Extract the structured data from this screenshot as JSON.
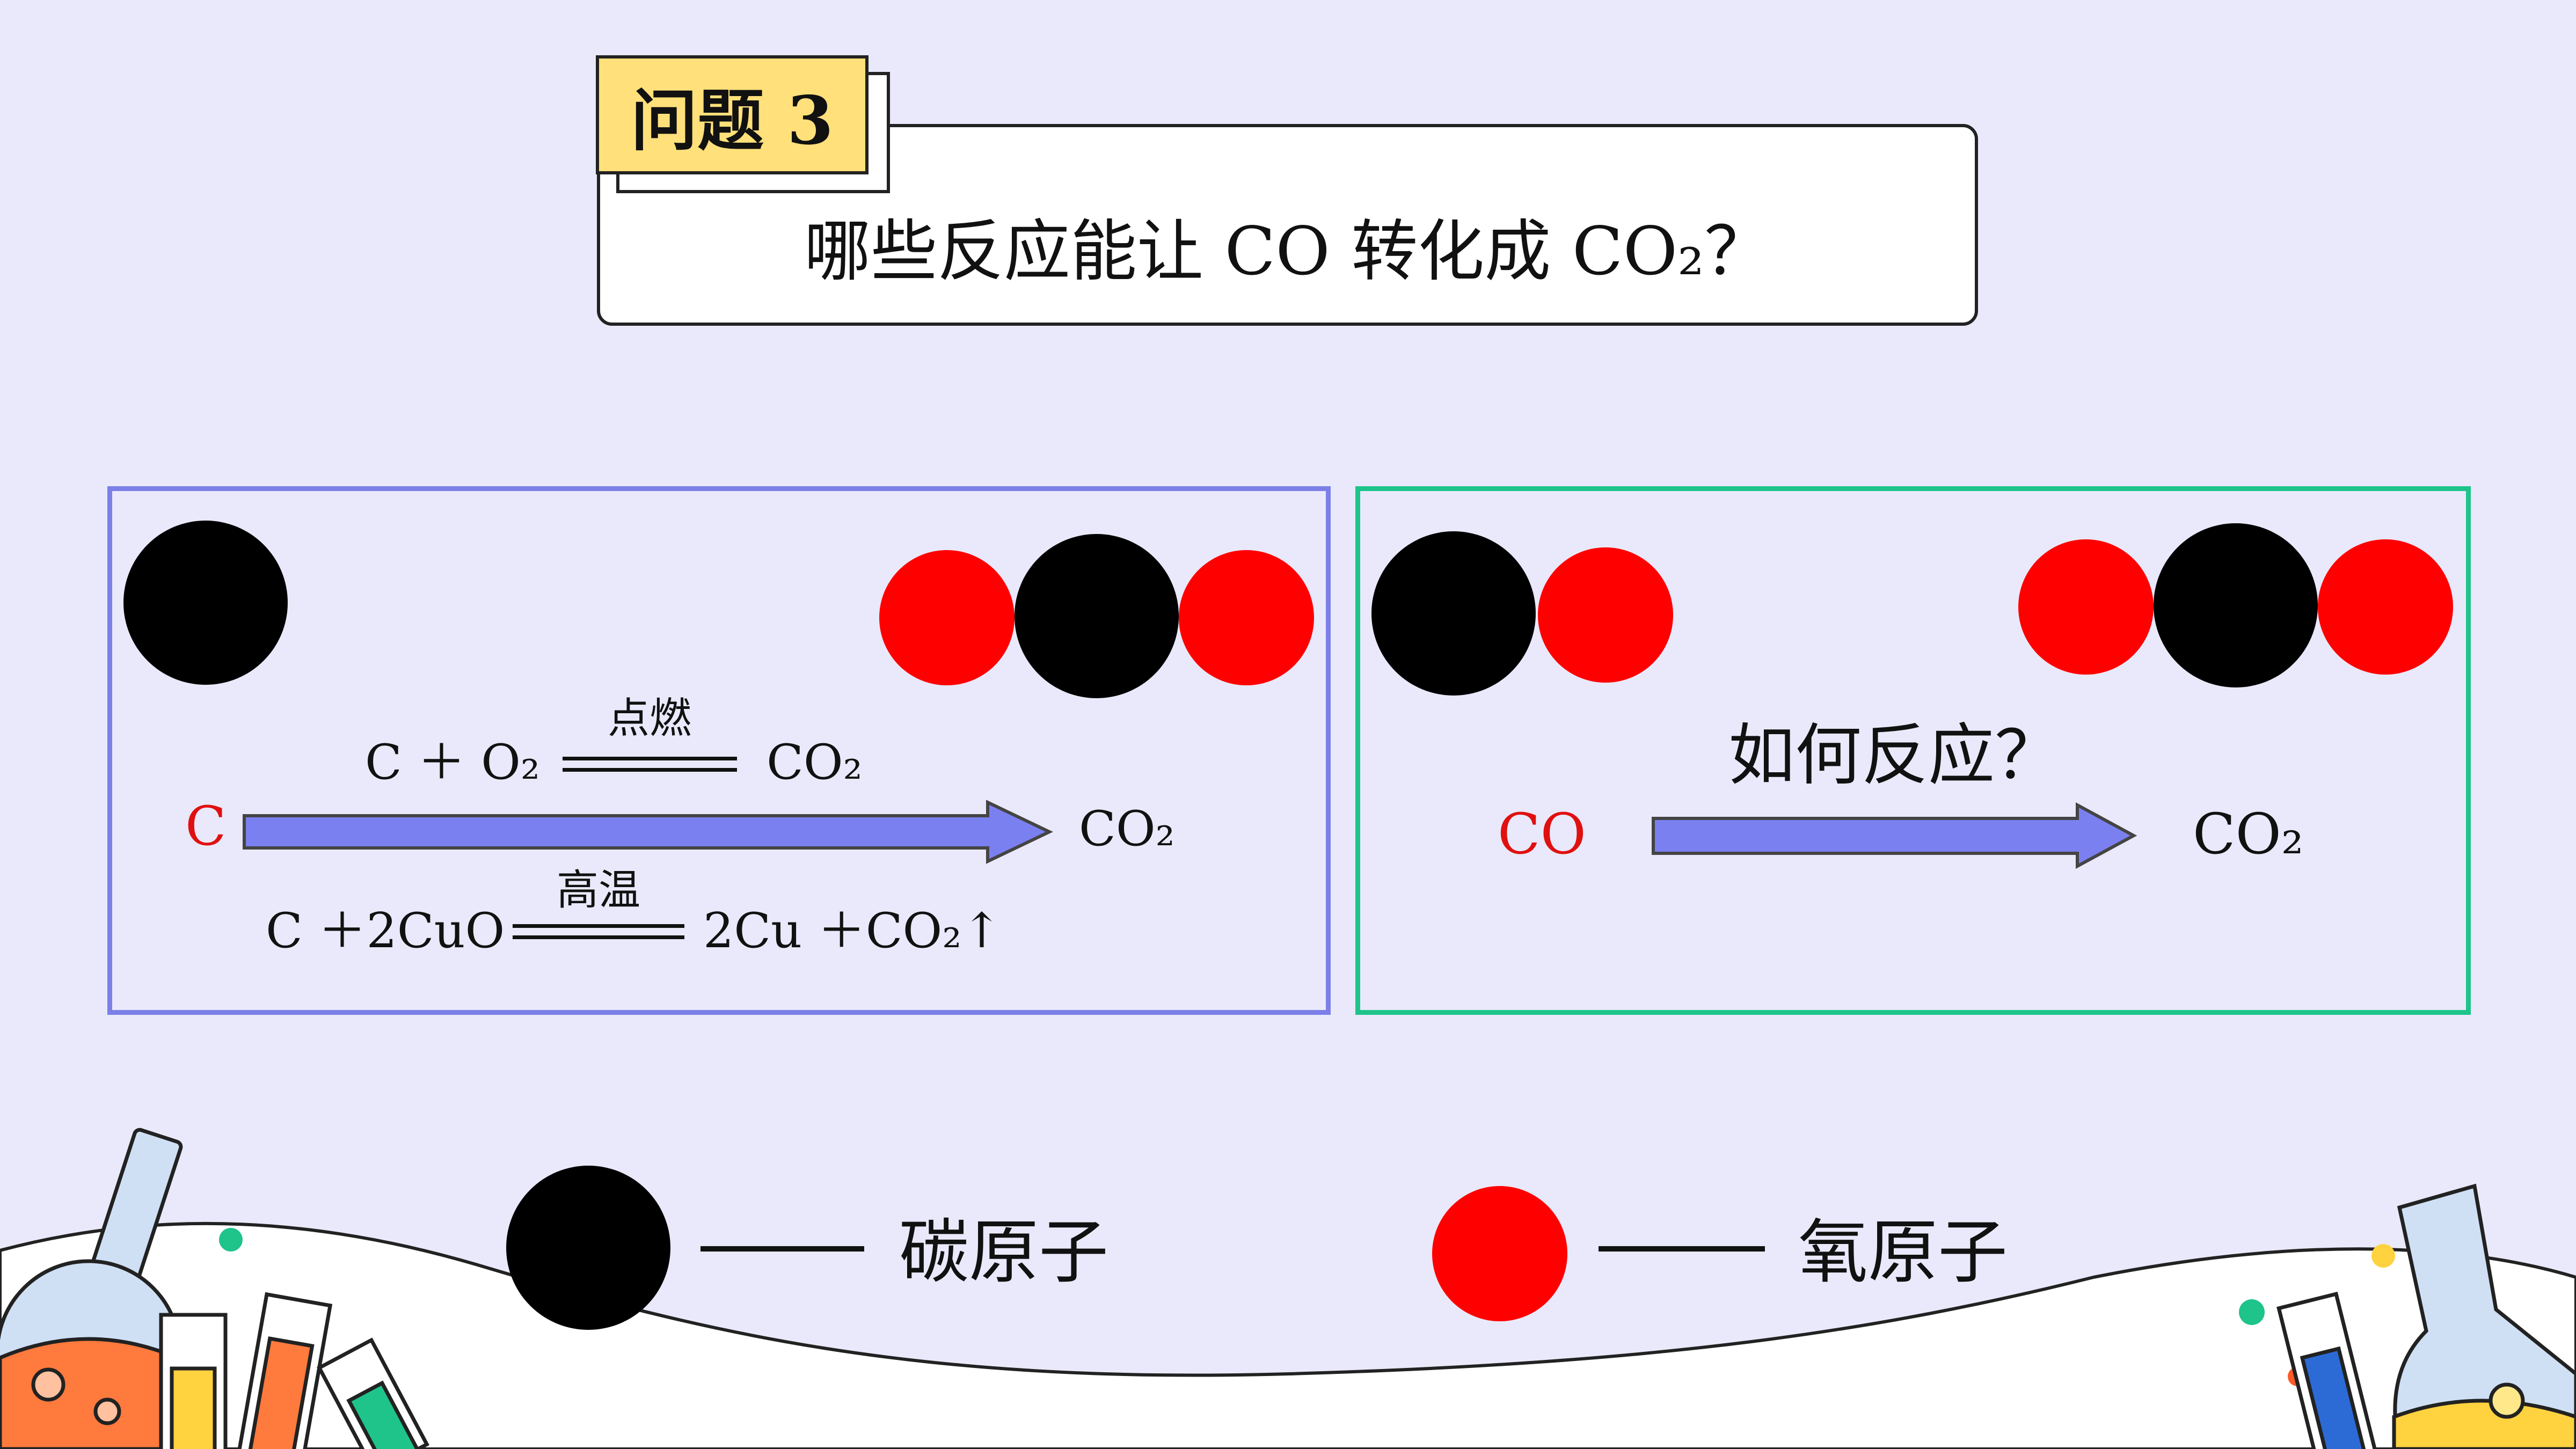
{
  "header": {
    "tag_label": "问题 3",
    "question": "哪些反应能让 CO 转化成 CO₂？"
  },
  "left_panel": {
    "eq1": {
      "reactants": "C ＋ O₂",
      "condition": "点燃",
      "product": "CO₂"
    },
    "arrow_start": "C",
    "arrow_end": "CO₂",
    "eq2": {
      "reactants": "C ＋2CuO",
      "condition": "高温",
      "product": "2Cu ＋CO₂↑"
    }
  },
  "right_panel": {
    "question": "如何反应？",
    "arrow_start": "CO",
    "arrow_end": "CO₂"
  },
  "legend": {
    "carbon_label": "碳原子",
    "oxygen_label": "氧原子"
  },
  "colors": {
    "background": "#e9e9fb",
    "carbon": "#000000",
    "oxygen": "#ff0000",
    "tag": "#ffe07a",
    "left_border": "#7b7fe6",
    "right_border": "#1ec48a",
    "arrow_fill": "#7b80f0"
  }
}
